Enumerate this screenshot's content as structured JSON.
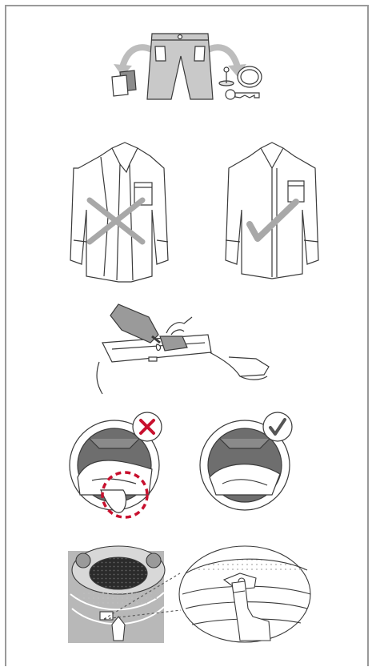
{
  "colors": {
    "frame": "#9a9a9a",
    "line": "#3a3a3a",
    "grey_mark": "#9e9e9e",
    "red_mark": "#c8102e",
    "check_mark": "#555555",
    "panel_grey": "#b8b8b8",
    "drum_dark": "#6e6e6e"
  },
  "steps": [
    {
      "id": "empty-pockets",
      "icons": [
        "trousers-icon",
        "handkerchief-icon",
        "pin-icon",
        "coin-icon",
        "key-icon"
      ]
    },
    {
      "id": "close-shirt",
      "icons": [
        "open-shirt-icon",
        "cross-mark-icon",
        "closed-shirt-icon",
        "check-mark-icon"
      ]
    },
    {
      "id": "pretreat-stains",
      "icons": [
        "detergent-bottle-icon",
        "garment-icon",
        "hand-brush-icon"
      ]
    },
    {
      "id": "keep-laundry-inside",
      "icons": [
        "drum-overfilled-icon",
        "red-cross-badge-icon",
        "drum-correct-icon",
        "check-badge-icon"
      ]
    },
    {
      "id": "check-seal",
      "icons": [
        "machine-photo-icon",
        "door-seal-detail-icon",
        "finger-icon"
      ]
    }
  ]
}
